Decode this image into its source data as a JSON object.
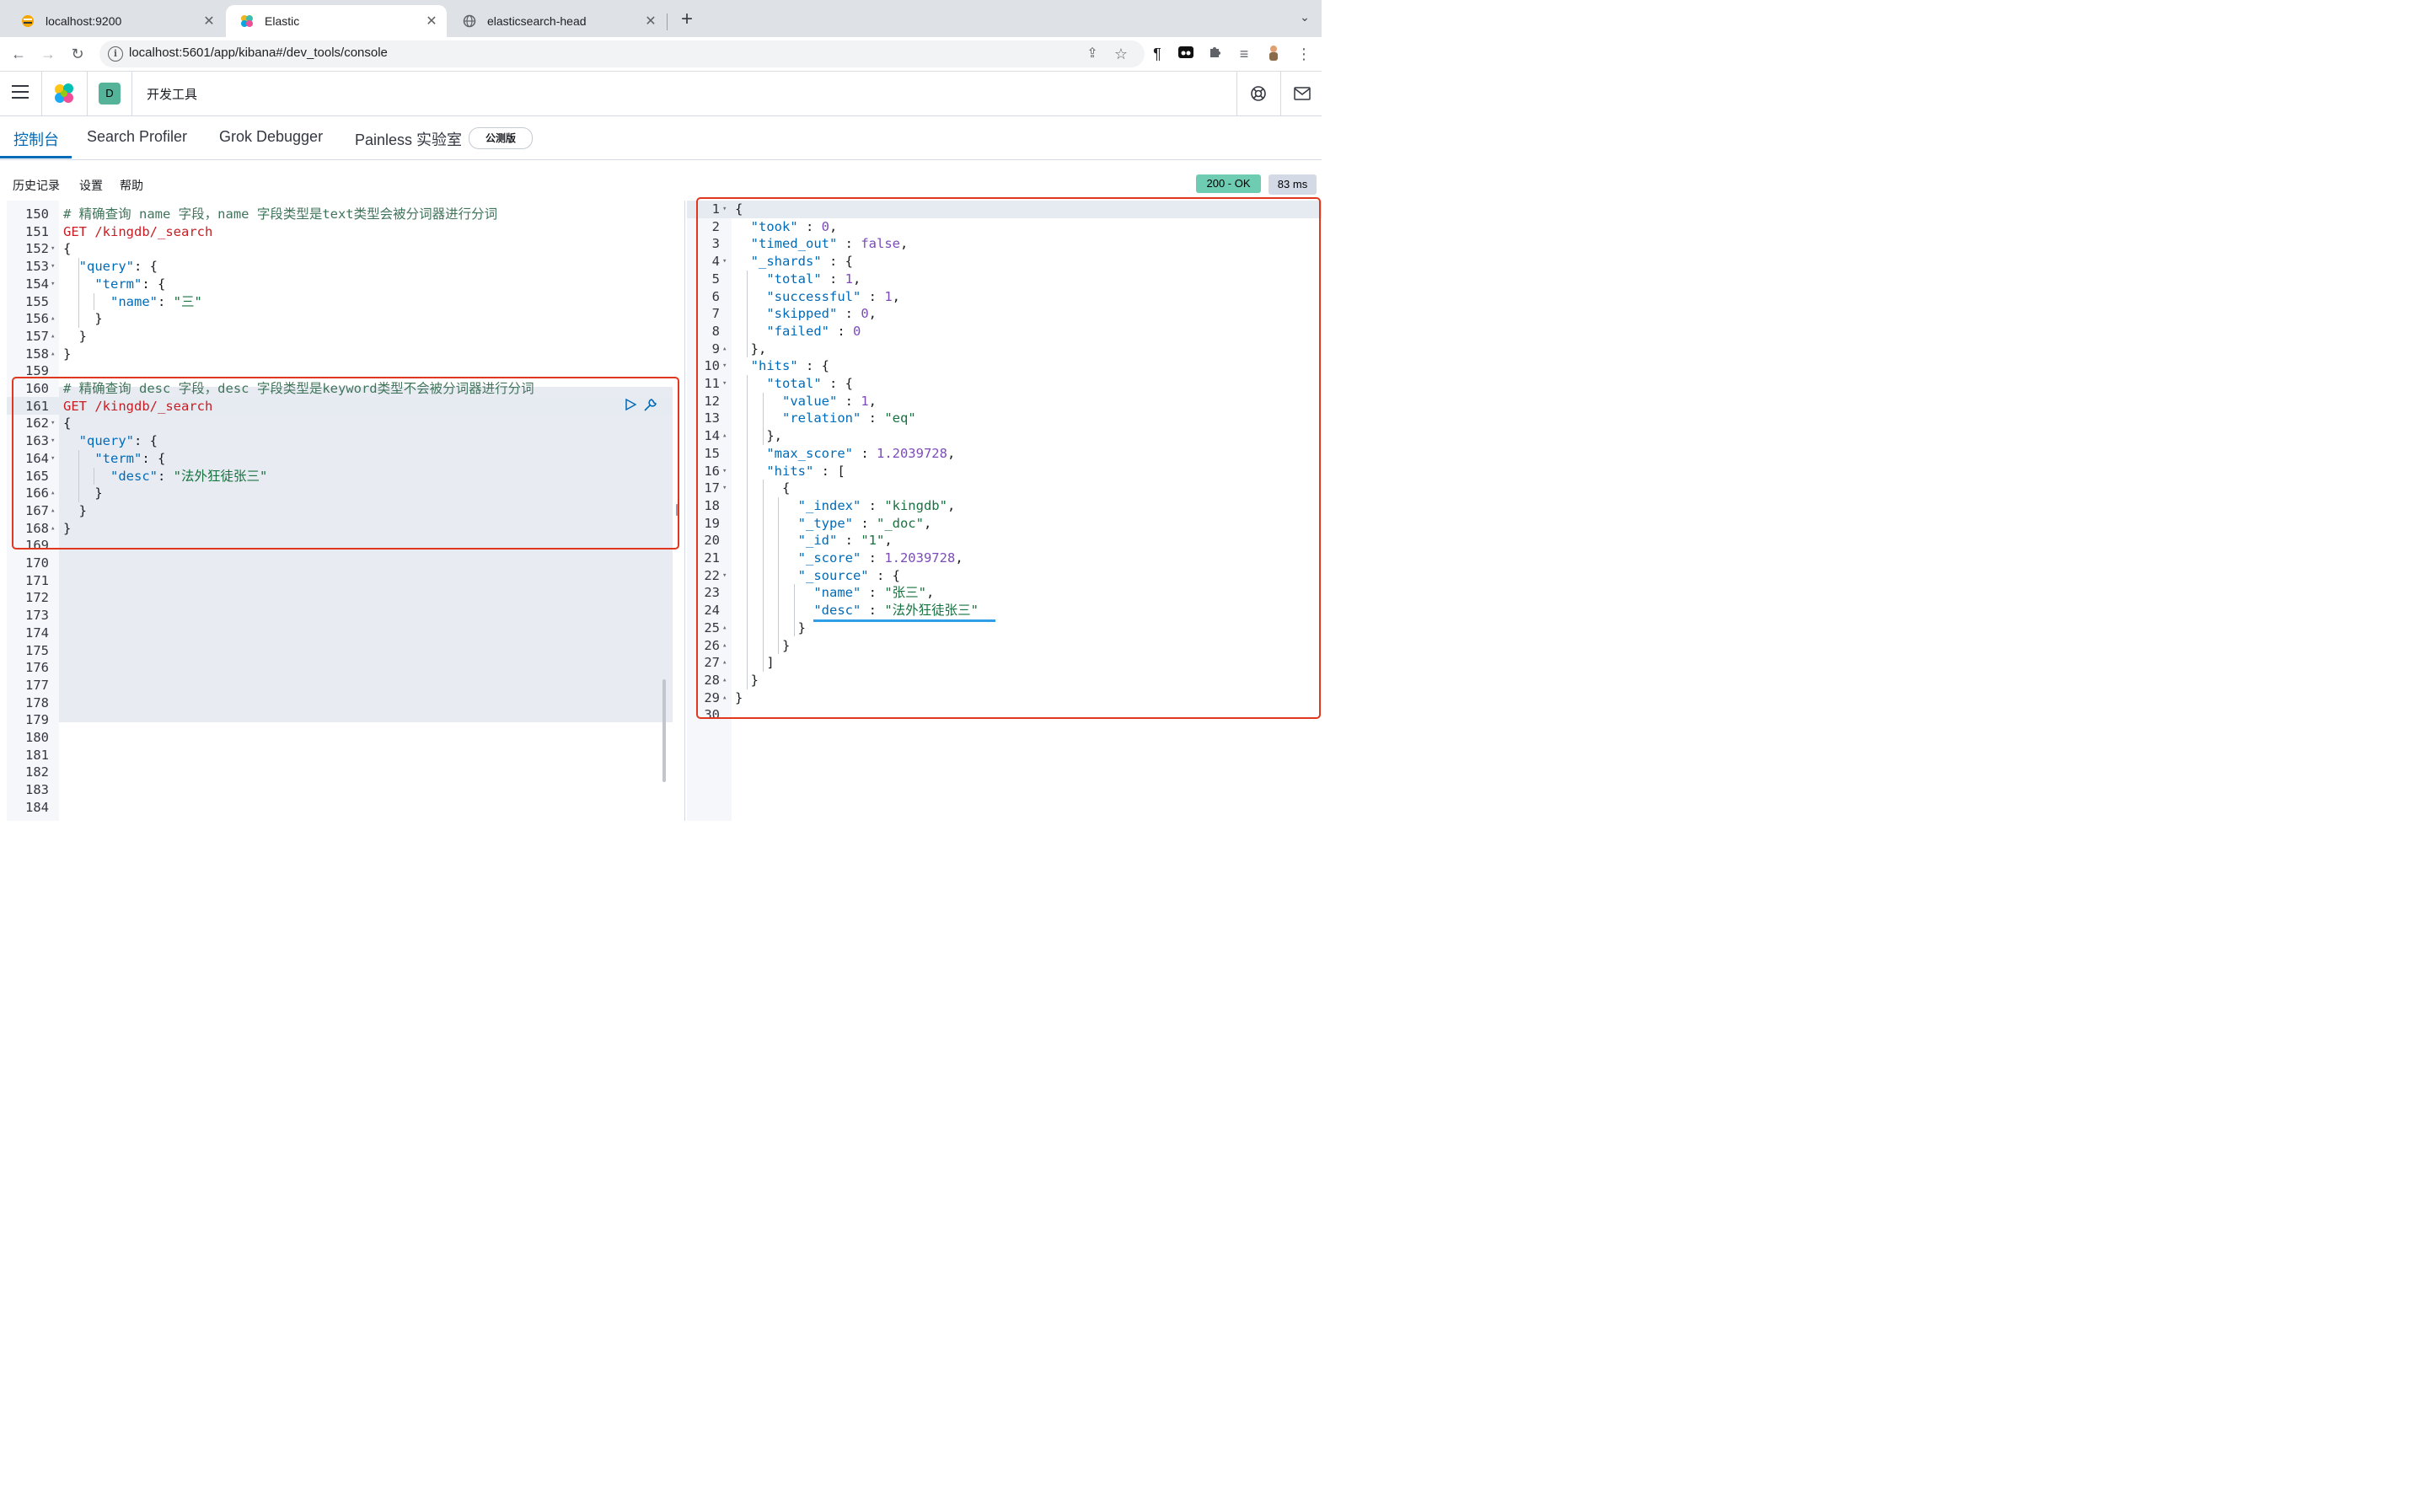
{
  "browser": {
    "tabs": [
      {
        "title": "localhost:9200"
      },
      {
        "title": "Elastic"
      },
      {
        "title": "elasticsearch-head"
      }
    ],
    "url": "localhost:5601/app/kibana#/dev_tools/console",
    "icons": [
      "back-icon",
      "forward-icon",
      "reload-icon",
      "info-icon",
      "share-icon",
      "star-icon",
      "extension-icons",
      "puzzle-icon",
      "menu-icon"
    ]
  },
  "header": {
    "space_initial": "D",
    "title": "开发工具"
  },
  "devtools_tabs": [
    {
      "label": "控制台"
    },
    {
      "label": "Search Profiler"
    },
    {
      "label": "Grok Debugger"
    },
    {
      "label": "Painless 实验室"
    }
  ],
  "beta_badge": "公测版",
  "console_menu": {
    "history": "历史记录",
    "settings": "设置",
    "help": "帮助"
  },
  "status": {
    "code": "200 - OK",
    "time": "83 ms"
  },
  "request_lines": [
    {
      "n": "150",
      "fold": "",
      "text": "# 精确查询 name 字段，name 字段类型是text类型会被分词器进行分词"
    },
    {
      "n": "151",
      "fold": "",
      "text": "GET /kingdb/_search"
    },
    {
      "n": "152",
      "fold": "▾",
      "text": "{"
    },
    {
      "n": "153",
      "fold": "▾",
      "text": "  \"query\": {"
    },
    {
      "n": "154",
      "fold": "▾",
      "text": "    \"term\": {"
    },
    {
      "n": "155",
      "fold": "",
      "text": "      \"name\": \"三\""
    },
    {
      "n": "156",
      "fold": "▴",
      "text": "    }"
    },
    {
      "n": "157",
      "fold": "▴",
      "text": "  }"
    },
    {
      "n": "158",
      "fold": "▴",
      "text": "}"
    },
    {
      "n": "159",
      "fold": "",
      "text": ""
    },
    {
      "n": "160",
      "fold": "",
      "text": "# 精确查询 desc 字段，desc 字段类型是keyword类型不会被分词器进行分词"
    },
    {
      "n": "161",
      "fold": "",
      "text": "GET /kingdb/_search"
    },
    {
      "n": "162",
      "fold": "▾",
      "text": "{"
    },
    {
      "n": "163",
      "fold": "▾",
      "text": "  \"query\": {"
    },
    {
      "n": "164",
      "fold": "▾",
      "text": "    \"term\": {"
    },
    {
      "n": "165",
      "fold": "",
      "text": "      \"desc\": \"法外狂徒张三\""
    },
    {
      "n": "166",
      "fold": "▴",
      "text": "    }"
    },
    {
      "n": "167",
      "fold": "▴",
      "text": "  }"
    },
    {
      "n": "168",
      "fold": "▴",
      "text": "}"
    },
    {
      "n": "169",
      "fold": "",
      "text": ""
    },
    {
      "n": "170",
      "fold": "",
      "text": ""
    },
    {
      "n": "171",
      "fold": "",
      "text": ""
    },
    {
      "n": "172",
      "fold": "",
      "text": ""
    },
    {
      "n": "173",
      "fold": "",
      "text": ""
    },
    {
      "n": "174",
      "fold": "",
      "text": ""
    },
    {
      "n": "175",
      "fold": "",
      "text": ""
    },
    {
      "n": "176",
      "fold": "",
      "text": ""
    },
    {
      "n": "177",
      "fold": "",
      "text": ""
    },
    {
      "n": "178",
      "fold": "",
      "text": ""
    },
    {
      "n": "179",
      "fold": "",
      "text": ""
    },
    {
      "n": "180",
      "fold": "",
      "text": ""
    },
    {
      "n": "181",
      "fold": "",
      "text": ""
    },
    {
      "n": "182",
      "fold": "",
      "text": ""
    },
    {
      "n": "183",
      "fold": "",
      "text": ""
    },
    {
      "n": "184",
      "fold": "",
      "text": ""
    }
  ],
  "response_lines": [
    {
      "n": "1",
      "fold": "▾",
      "text": "{"
    },
    {
      "n": "2",
      "fold": "",
      "text": "  \"took\" : 0,"
    },
    {
      "n": "3",
      "fold": "",
      "text": "  \"timed_out\" : false,"
    },
    {
      "n": "4",
      "fold": "▾",
      "text": "  \"_shards\" : {"
    },
    {
      "n": "5",
      "fold": "",
      "text": "    \"total\" : 1,"
    },
    {
      "n": "6",
      "fold": "",
      "text": "    \"successful\" : 1,"
    },
    {
      "n": "7",
      "fold": "",
      "text": "    \"skipped\" : 0,"
    },
    {
      "n": "8",
      "fold": "",
      "text": "    \"failed\" : 0"
    },
    {
      "n": "9",
      "fold": "▴",
      "text": "  },"
    },
    {
      "n": "10",
      "fold": "▾",
      "text": "  \"hits\" : {"
    },
    {
      "n": "11",
      "fold": "▾",
      "text": "    \"total\" : {"
    },
    {
      "n": "12",
      "fold": "",
      "text": "      \"value\" : 1,"
    },
    {
      "n": "13",
      "fold": "",
      "text": "      \"relation\" : \"eq\""
    },
    {
      "n": "14",
      "fold": "▴",
      "text": "    },"
    },
    {
      "n": "15",
      "fold": "",
      "text": "    \"max_score\" : 1.2039728,"
    },
    {
      "n": "16",
      "fold": "▾",
      "text": "    \"hits\" : ["
    },
    {
      "n": "17",
      "fold": "▾",
      "text": "      {"
    },
    {
      "n": "18",
      "fold": "",
      "text": "        \"_index\" : \"kingdb\","
    },
    {
      "n": "19",
      "fold": "",
      "text": "        \"_type\" : \"_doc\","
    },
    {
      "n": "20",
      "fold": "",
      "text": "        \"_id\" : \"1\","
    },
    {
      "n": "21",
      "fold": "",
      "text": "        \"_score\" : 1.2039728,"
    },
    {
      "n": "22",
      "fold": "▾",
      "text": "        \"_source\" : {"
    },
    {
      "n": "23",
      "fold": "",
      "text": "          \"name\" : \"张三\","
    },
    {
      "n": "24",
      "fold": "",
      "text": "          \"desc\" : \"法外狂徒张三\""
    },
    {
      "n": "25",
      "fold": "▴",
      "text": "        }"
    },
    {
      "n": "26",
      "fold": "▴",
      "text": "      }"
    },
    {
      "n": "27",
      "fold": "▴",
      "text": "    ]"
    },
    {
      "n": "28",
      "fold": "▴",
      "text": "  }"
    },
    {
      "n": "29",
      "fold": "▴",
      "text": "}"
    },
    {
      "n": "30",
      "fold": "",
      "text": ""
    }
  ],
  "colors": {
    "accent": "#006bb8",
    "status_ok": "#6dccb1",
    "highlight_box": "#e1371e",
    "underline": "#2e9fe6"
  }
}
